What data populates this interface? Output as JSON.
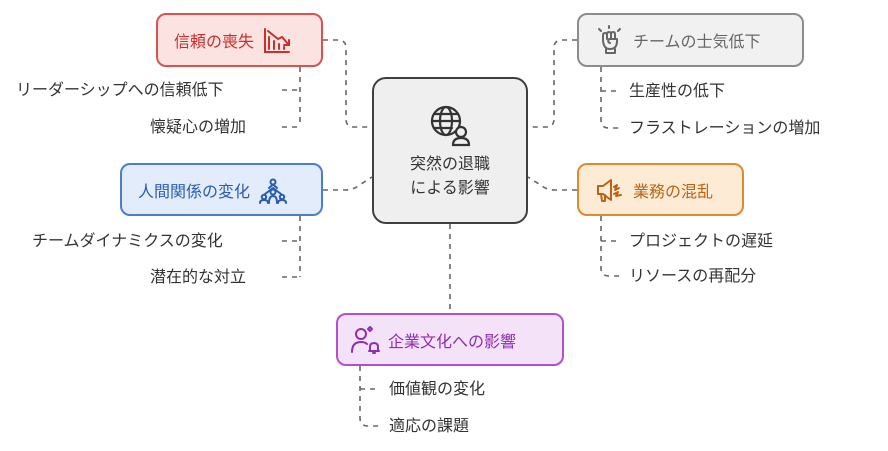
{
  "center": {
    "line1": "突然の退職",
    "line2": "による影響",
    "icon": "globe-user-icon"
  },
  "branches": {
    "trust_loss": {
      "label": "信頼の喪失",
      "icon": "declining-chart-icon",
      "color": "#d9534f",
      "items": [
        "リーダーシップへの信頼低下",
        "懐疑心の増加"
      ]
    },
    "team_morale": {
      "label": "チームの士気低下",
      "icon": "fist-icon",
      "color": "#8c8c8c",
      "items": [
        "生産性の低下",
        "フラストレーションの増加"
      ]
    },
    "relationships": {
      "label": "人間関係の変化",
      "icon": "people-network-icon",
      "color": "#4a7fd0",
      "items": [
        "チームダイナミクスの変化",
        "潜在的な対立"
      ]
    },
    "business_disruption": {
      "label": "業務の混乱",
      "icon": "megaphone-icon",
      "color": "#e08a2c",
      "items": [
        "プロジェクトの遅延",
        "リソースの再配分"
      ]
    },
    "corporate_culture": {
      "label": "企業文化への影響",
      "icon": "person-bell-icon",
      "color": "#b44fd1",
      "items": [
        "価値観の変化",
        "適応の課題"
      ]
    }
  }
}
